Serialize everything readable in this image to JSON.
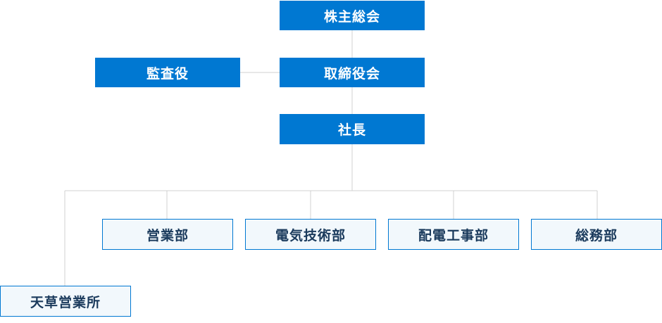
{
  "org_chart": {
    "shareholders_meeting": "株主総会",
    "auditor": "監査役",
    "board_of_directors": "取締役会",
    "president": "社長",
    "departments": [
      "営業部",
      "電気技術部",
      "配電工事部",
      "総務部"
    ],
    "branch_office": "天草営業所"
  },
  "colors": {
    "primary_fill": "#0078d2",
    "secondary_fill": "#f2f8fc",
    "secondary_border": "#0078d2",
    "secondary_text": "#1a3a5c",
    "connector": "#d0d0d0"
  }
}
